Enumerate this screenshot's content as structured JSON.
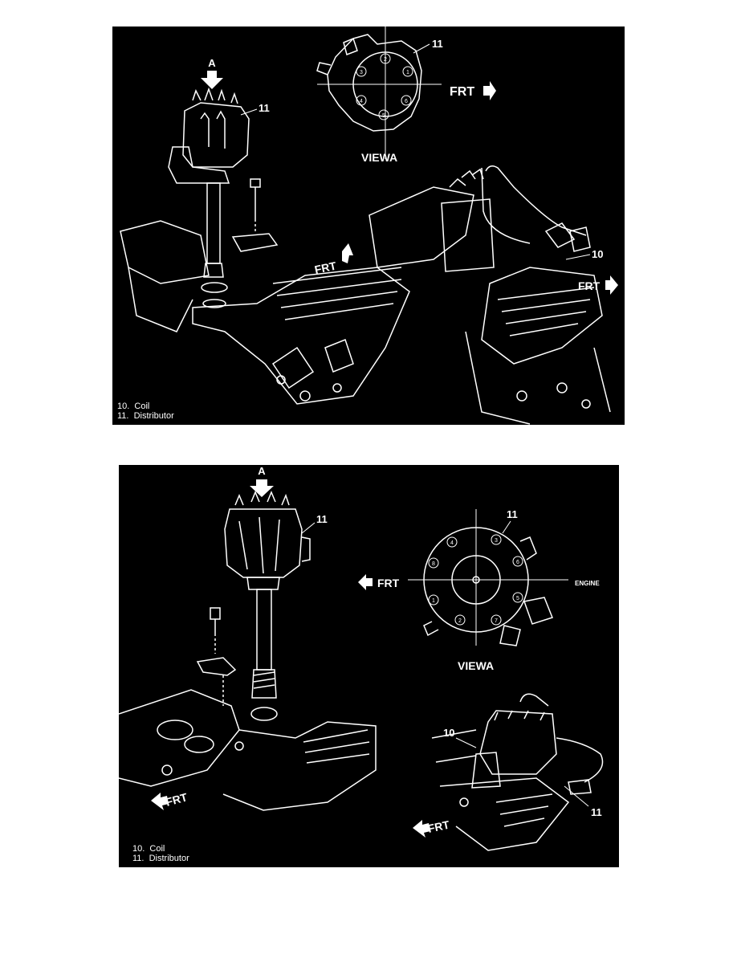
{
  "figures": [
    {
      "callouts": {
        "view_arrow": "A",
        "distributor_num": "11",
        "coil_num": "10",
        "front": "FRT",
        "view_label": "VIEWA"
      },
      "cap_numbers": [
        "1",
        "2",
        "3",
        "4",
        "5",
        "6"
      ],
      "legend": [
        {
          "num": "10.",
          "text": "Coil"
        },
        {
          "num": "11.",
          "text": "Distributor"
        }
      ]
    },
    {
      "callouts": {
        "view_arrow": "A",
        "distributor_num": "11",
        "coil_num": "10",
        "front": "FRT",
        "view_label": "VIEWA",
        "engine": "ENGINE"
      },
      "cap_numbers": [
        "1",
        "2",
        "3",
        "4",
        "5",
        "6",
        "7",
        "8"
      ],
      "legend": [
        {
          "num": "10.",
          "text": "Coil"
        },
        {
          "num": "11.",
          "text": "Distributor"
        }
      ]
    }
  ],
  "colors": {
    "figure_bg": "#000000",
    "line_art": "#ffffff",
    "page_bg": "#ffffff"
  }
}
